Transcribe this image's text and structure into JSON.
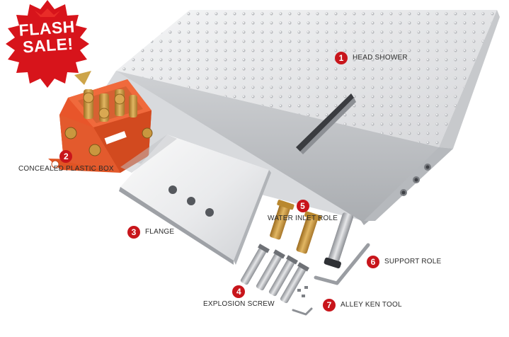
{
  "badge": {
    "line1": "FLASH",
    "line2": "SALE!"
  },
  "parts": [
    {
      "number": "1",
      "label": "HEAD SHOWER"
    },
    {
      "number": "2",
      "label": "CONCEALED PLASTIC BOX"
    },
    {
      "number": "3",
      "label": "FLANGE"
    },
    {
      "number": "4",
      "label": "EXPLOSION SCREW"
    },
    {
      "number": "5",
      "label": "WATER INLET ROLE"
    },
    {
      "number": "6",
      "label": "SUPPORT ROLE"
    },
    {
      "number": "7",
      "label": "ALLEY KEN TOOL"
    }
  ],
  "colors": {
    "accent": "#c8151b",
    "chrome": "#e6e7e9",
    "box": "#e8552a",
    "brass": "#c9973f"
  }
}
